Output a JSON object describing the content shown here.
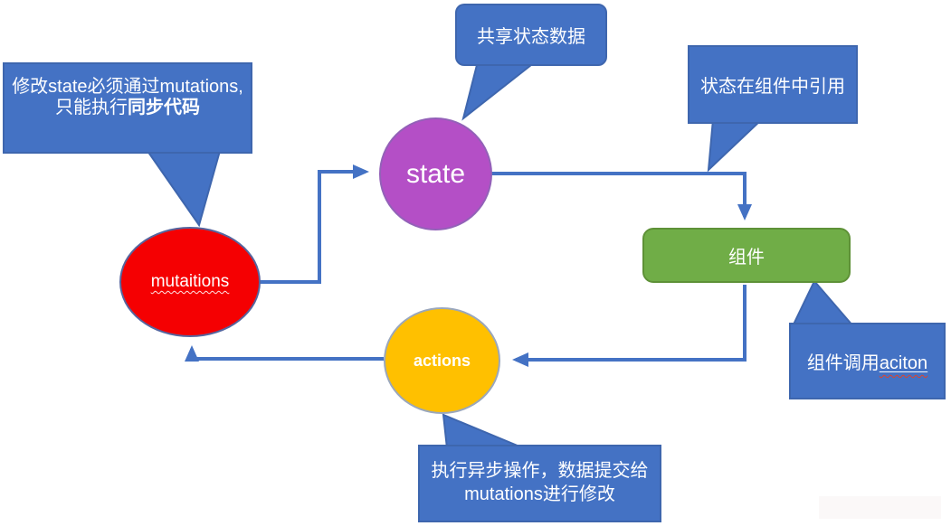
{
  "nodes": {
    "state": {
      "label": "state"
    },
    "mutations": {
      "label": "mutaitions"
    },
    "actions": {
      "label": "actions"
    },
    "component": {
      "label": "组件"
    }
  },
  "callouts": {
    "mutations_rule": {
      "line1": "修改state必须通过mutations,",
      "line2_normal": "只能执行",
      "line2_bold": "同步代码"
    },
    "shared_state": {
      "text": "共享状态数据"
    },
    "state_in_component": {
      "text": "状态在组件中引用"
    },
    "component_calls_action": {
      "prefix": "组件调用",
      "term": "aciton"
    },
    "async_note": {
      "line1": "执行异步操作，数据提交给",
      "line2": "mutations进行修改"
    }
  },
  "colors": {
    "callout_fill": "#4472C4",
    "callout_border": "#3E66AE",
    "arrow": "#4472C4",
    "state_fill": "#B44FC6",
    "mutations_fill": "#F50002",
    "actions_fill": "#FFC000",
    "component_fill": "#70AD47",
    "text": "#FFFFFF",
    "spellcheck_wave": "#E0442C"
  }
}
